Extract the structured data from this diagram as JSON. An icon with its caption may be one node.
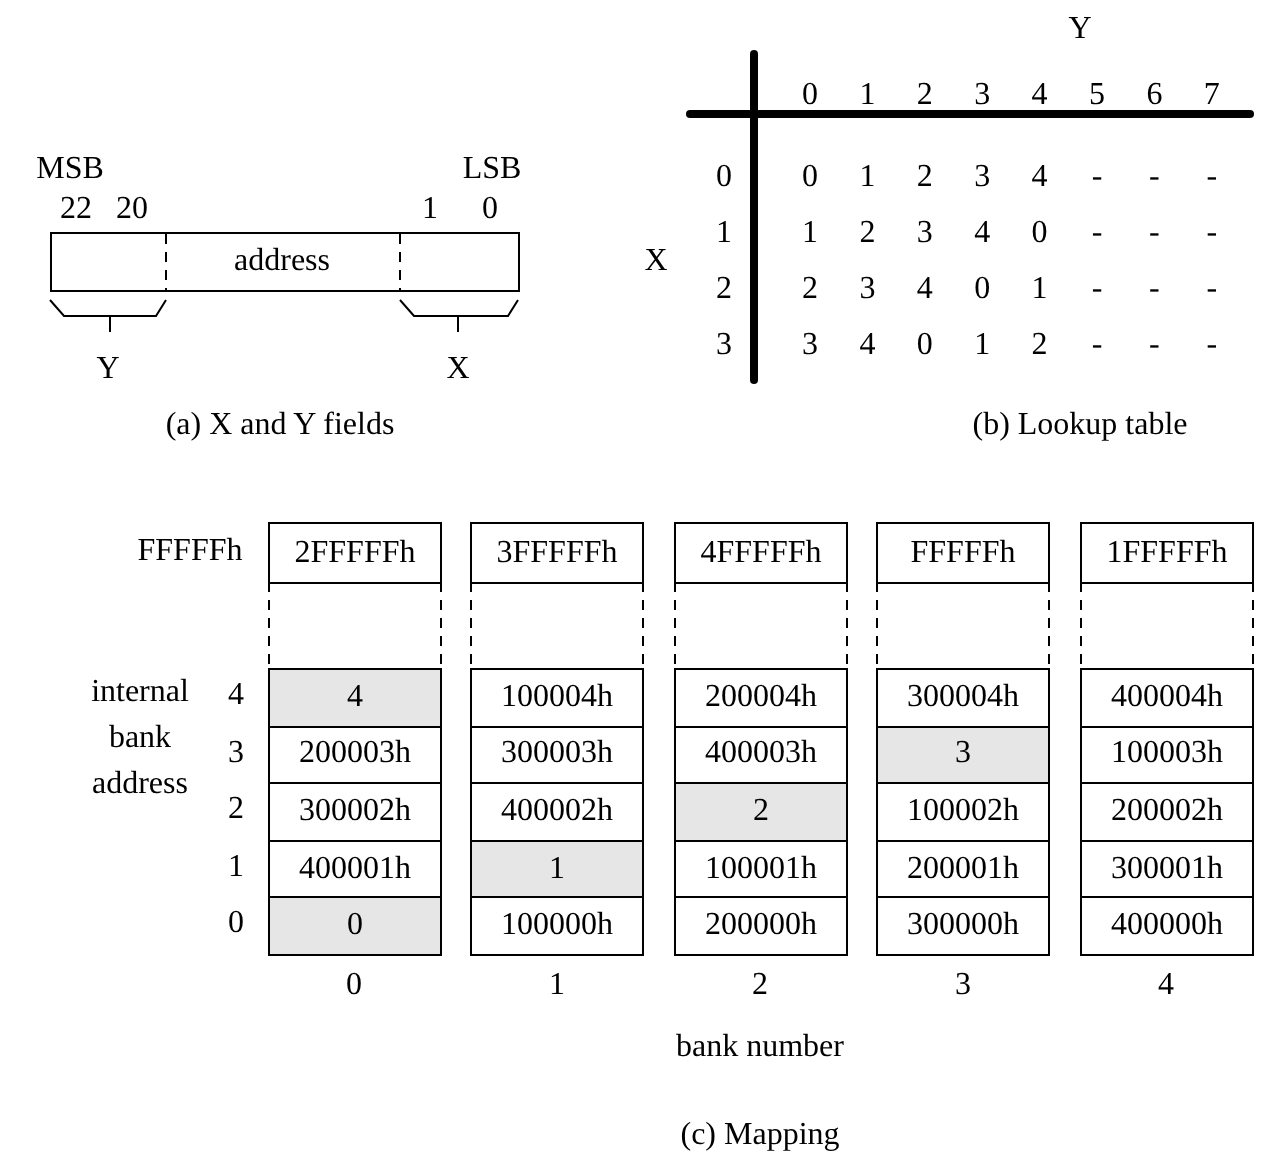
{
  "diagram": {
    "nodes": [
      {
        "text": [
          "address"
        ]
      },
      {
        "text": [
          "2FFFFFh"
        ]
      },
      {
        "text": [
          "3FFFFFh"
        ]
      },
      {
        "text": [
          "4FFFFFh"
        ]
      },
      {
        "text": [
          "FFFFFh"
        ]
      },
      {
        "text": [
          "1FFFFFh"
        ]
      },
      {
        "text": [
          "4"
        ]
      },
      {
        "text": [
          "100004h"
        ]
      },
      {
        "text": [
          "200004h"
        ]
      },
      {
        "text": [
          "300004h"
        ]
      },
      {
        "text": [
          "400004h"
        ]
      },
      {
        "text": [
          "200003h"
        ]
      },
      {
        "text": [
          "300003h"
        ]
      },
      {
        "text": [
          "400003h"
        ]
      },
      {
        "text": [
          "3"
        ]
      },
      {
        "text": [
          "100003h"
        ]
      },
      {
        "text": [
          "300002h"
        ]
      },
      {
        "text": [
          "400002h"
        ]
      },
      {
        "text": [
          "2"
        ]
      },
      {
        "text": [
          "100002h"
        ]
      },
      {
        "text": [
          "200002h"
        ]
      },
      {
        "text": [
          "400001h"
        ]
      },
      {
        "text": [
          "1"
        ]
      },
      {
        "text": [
          "100001h"
        ]
      },
      {
        "text": [
          "200001h"
        ]
      },
      {
        "text": [
          "300001h"
        ]
      },
      {
        "text": [
          "0"
        ]
      },
      {
        "text": [
          "100000h"
        ]
      },
      {
        "text": [
          "200000h"
        ]
      },
      {
        "text": [
          "300000h"
        ]
      },
      {
        "text": [
          "400000h"
        ]
      }
    ],
    "labels": [
      "MSB",
      "LSB",
      "22",
      "20",
      "1",
      "0",
      "Y",
      "X",
      "(a) X and Y fields",
      "Y",
      "0",
      "1",
      "2",
      "3",
      "4",
      "5",
      "6",
      "7",
      "0",
      "0",
      "1",
      "2",
      "3",
      "4",
      "-",
      "-",
      "-",
      "1",
      "1",
      "2",
      "3",
      "4",
      "0",
      "-",
      "-",
      "-",
      "2",
      "2",
      "3",
      "4",
      "0",
      "1",
      "-",
      "-",
      "-",
      "3",
      "3",
      "4",
      "0",
      "1",
      "2",
      "-",
      "-",
      "-",
      "X",
      "(b) Lookup table",
      "FFFFFh",
      "internal bank address",
      "4",
      "3",
      "2",
      "1",
      "0",
      "0",
      "1",
      "2",
      "3",
      "4",
      "bank number",
      "(c) Mapping"
    ]
  }
}
